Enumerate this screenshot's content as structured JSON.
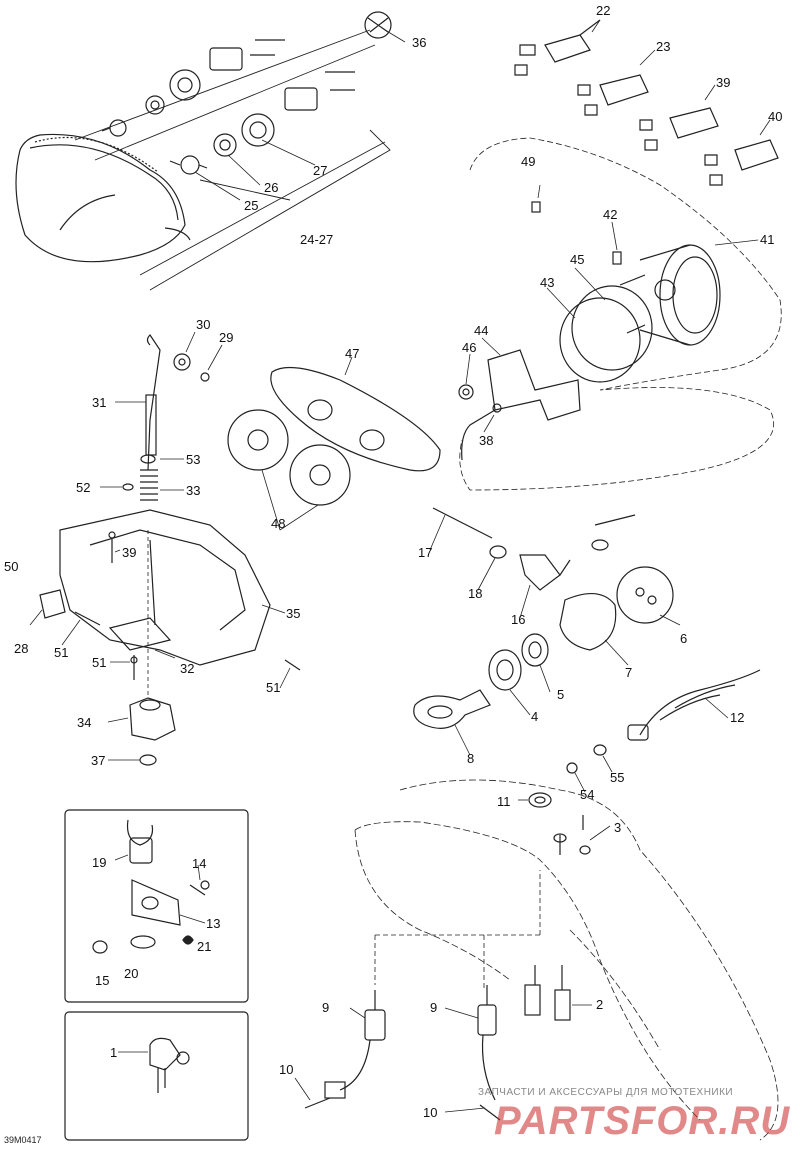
{
  "diagram": {
    "drawing_code": "39M0417",
    "callouts": [
      {
        "id": "c22",
        "text": "22"
      },
      {
        "id": "c23",
        "text": "23"
      },
      {
        "id": "c39a",
        "text": "39"
      },
      {
        "id": "c40",
        "text": "40"
      },
      {
        "id": "c36",
        "text": "36"
      },
      {
        "id": "c27",
        "text": "27"
      },
      {
        "id": "c26",
        "text": "26"
      },
      {
        "id": "c25",
        "text": "25"
      },
      {
        "id": "c24_27",
        "text": "24-27"
      },
      {
        "id": "c49",
        "text": "49"
      },
      {
        "id": "c42",
        "text": "42"
      },
      {
        "id": "c41",
        "text": "41"
      },
      {
        "id": "c45",
        "text": "45"
      },
      {
        "id": "c43",
        "text": "43"
      },
      {
        "id": "c44",
        "text": "44"
      },
      {
        "id": "c46",
        "text": "46"
      },
      {
        "id": "c38",
        "text": "38"
      },
      {
        "id": "c47",
        "text": "47"
      },
      {
        "id": "c48",
        "text": "48"
      },
      {
        "id": "c30",
        "text": "30"
      },
      {
        "id": "c29",
        "text": "29"
      },
      {
        "id": "c31",
        "text": "31"
      },
      {
        "id": "c53",
        "text": "53"
      },
      {
        "id": "c52",
        "text": "52"
      },
      {
        "id": "c33",
        "text": "33"
      },
      {
        "id": "c50",
        "text": "50"
      },
      {
        "id": "c39b",
        "text": "39"
      },
      {
        "id": "c28",
        "text": "28"
      },
      {
        "id": "c51a",
        "text": "51"
      },
      {
        "id": "c35",
        "text": "35"
      },
      {
        "id": "c51b",
        "text": "51"
      },
      {
        "id": "c32",
        "text": "32"
      },
      {
        "id": "c51c",
        "text": "51"
      },
      {
        "id": "c34",
        "text": "34"
      },
      {
        "id": "c37",
        "text": "37"
      },
      {
        "id": "c17",
        "text": "17"
      },
      {
        "id": "c18",
        "text": "18"
      },
      {
        "id": "c16",
        "text": "16"
      },
      {
        "id": "c6",
        "text": "6"
      },
      {
        "id": "c7",
        "text": "7"
      },
      {
        "id": "c5",
        "text": "5"
      },
      {
        "id": "c4",
        "text": "4"
      },
      {
        "id": "c8",
        "text": "8"
      },
      {
        "id": "c12",
        "text": "12"
      },
      {
        "id": "c55",
        "text": "55"
      },
      {
        "id": "c54",
        "text": "54"
      },
      {
        "id": "c11",
        "text": "11"
      },
      {
        "id": "c3",
        "text": "3"
      },
      {
        "id": "c19",
        "text": "19"
      },
      {
        "id": "c14",
        "text": "14"
      },
      {
        "id": "c13",
        "text": "13"
      },
      {
        "id": "c21",
        "text": "21"
      },
      {
        "id": "c15",
        "text": "15"
      },
      {
        "id": "c20",
        "text": "20"
      },
      {
        "id": "c1",
        "text": "1"
      },
      {
        "id": "c9a",
        "text": "9"
      },
      {
        "id": "c9b",
        "text": "9"
      },
      {
        "id": "c2",
        "text": "2"
      },
      {
        "id": "c10a",
        "text": "10"
      },
      {
        "id": "c10b",
        "text": "10"
      }
    ]
  },
  "watermark": {
    "text": "ЗАПЧАСТИ И АКСЕССУАРЫ ДЛЯ МОТОТЕХНИКИ",
    "logo_text": "PARTSFOR.RU"
  }
}
